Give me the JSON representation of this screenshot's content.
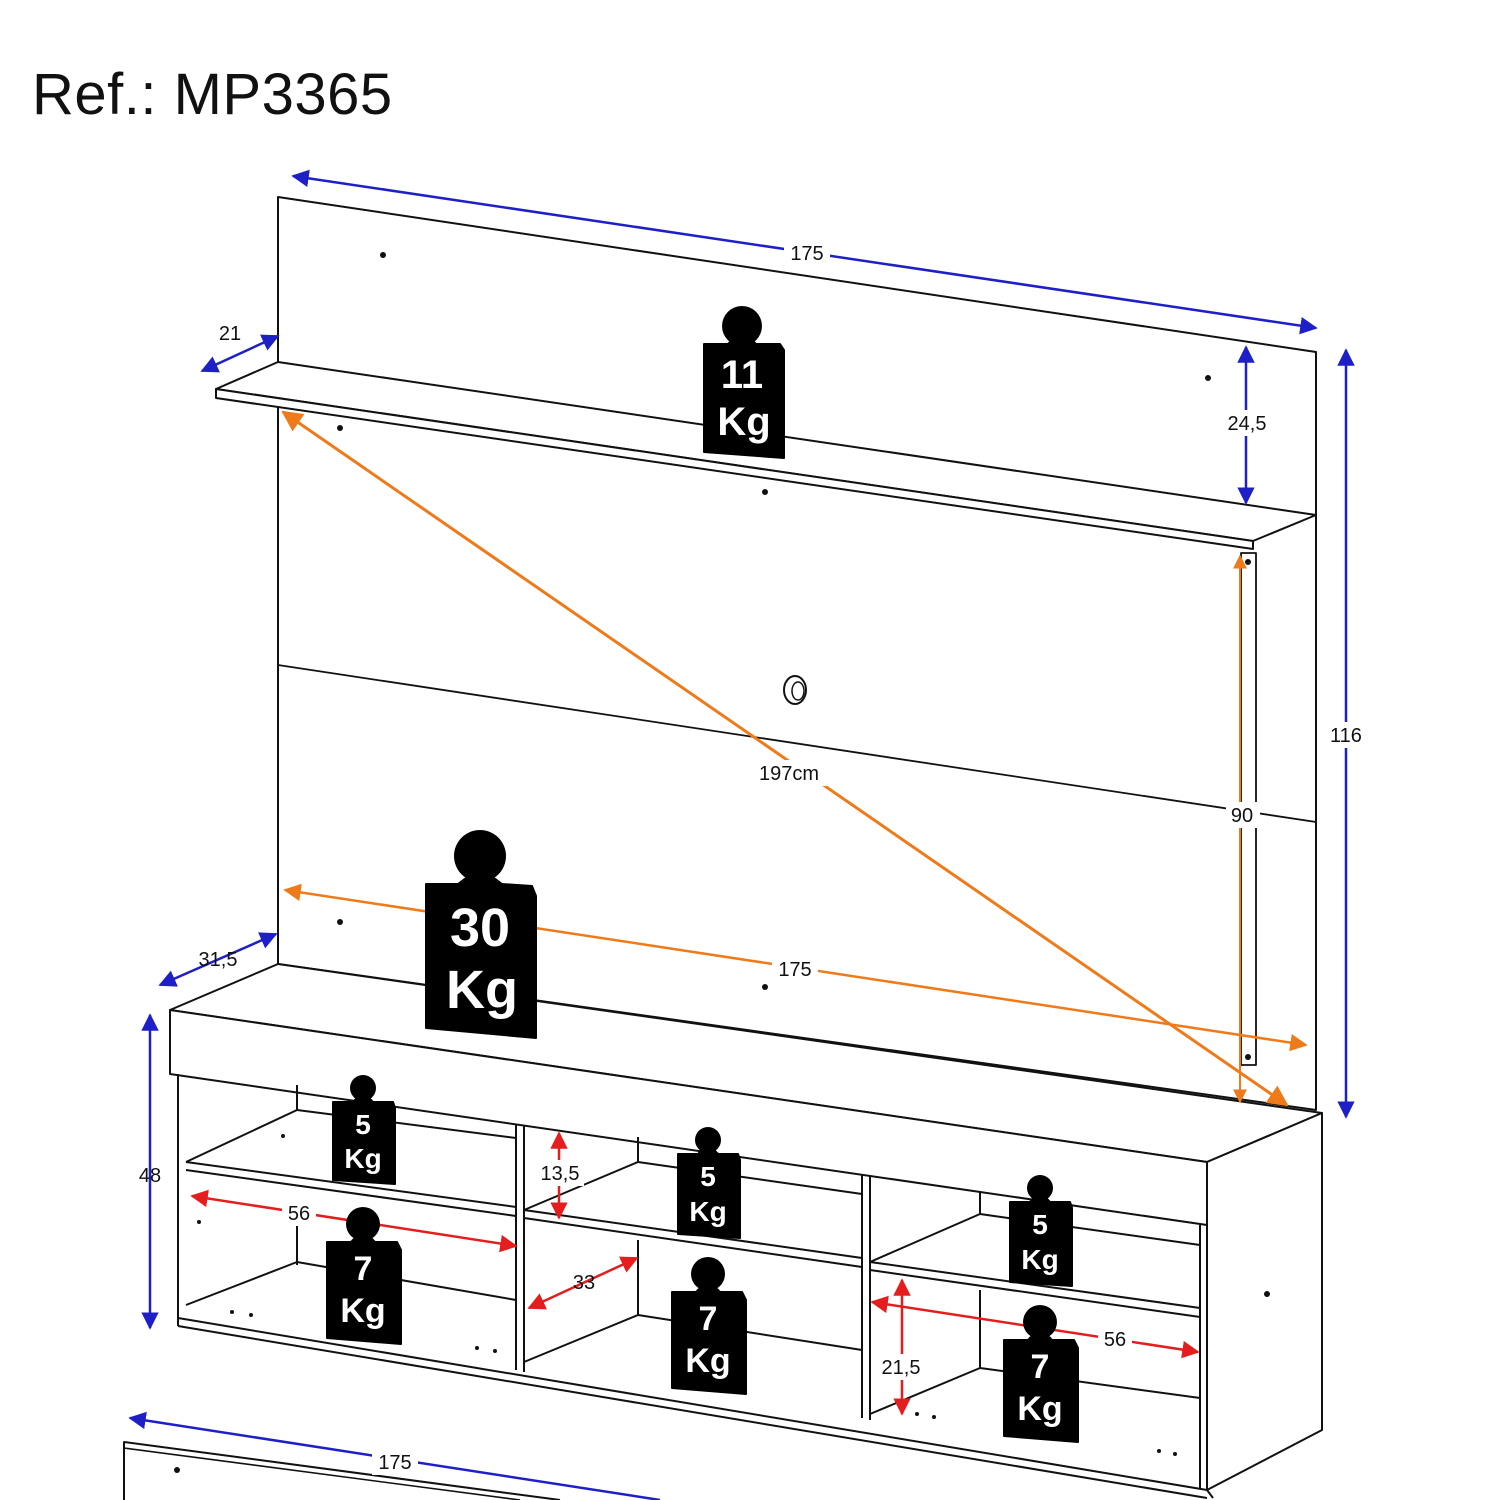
{
  "title": "Ref.: MP3365",
  "colors": {
    "outline": "#111111",
    "blue_arrow": "#1f1fc8",
    "orange_arrow": "#ef7a1a",
    "red_arrow": "#e41e1e",
    "weight_fill": "#000000"
  },
  "dimensions": {
    "top_width": "175",
    "shelf_depth": "21",
    "shelf_clearance": "24,5",
    "total_height": "116",
    "diagonal": "197cm",
    "panel_height": "90",
    "rack_depth": "31,5",
    "panel_width": "175",
    "rack_height": "48",
    "niche_height": "13,5",
    "niche_width_left": "56",
    "niche_depth": "33",
    "niche_width_right": "56",
    "lower_niche_height": "21,5",
    "bottom_width": "175"
  },
  "weights": {
    "top_shelf": {
      "value": "11",
      "unit": "Kg"
    },
    "rack_top": {
      "value": "30",
      "unit": "Kg"
    },
    "left_upper": {
      "value": "5",
      "unit": "Kg"
    },
    "center_upper": {
      "value": "5",
      "unit": "Kg"
    },
    "right_upper": {
      "value": "5",
      "unit": "Kg"
    },
    "left_lower": {
      "value": "7",
      "unit": "Kg"
    },
    "center_lower": {
      "value": "7",
      "unit": "Kg"
    },
    "right_lower": {
      "value": "7",
      "unit": "Kg"
    }
  }
}
